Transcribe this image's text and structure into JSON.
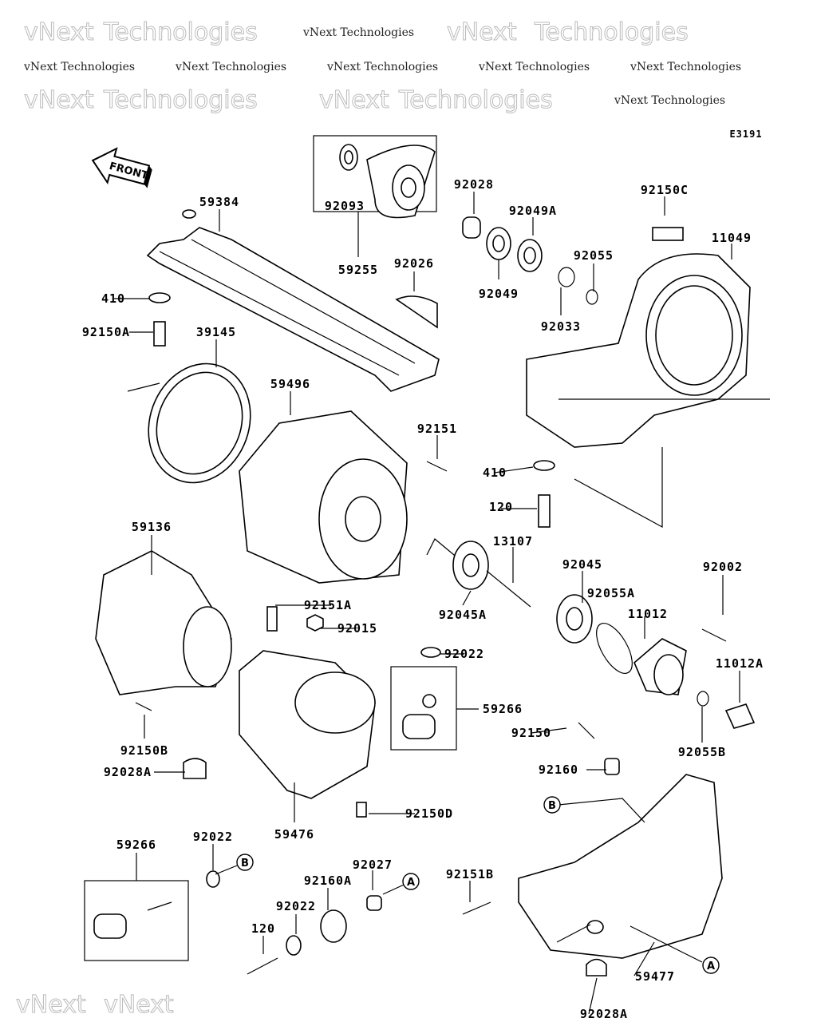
{
  "diagram": {
    "code": "E3191",
    "front_label": "FRONT",
    "watermark": {
      "line1": "vNext Technologies",
      "line2a": "vNext",
      "line2b": "Technologies"
    },
    "labels": [
      "92093",
      "92028",
      "92049A",
      "92150C",
      "11049",
      "59384",
      "92026",
      "92055",
      "59255",
      "92049",
      "410",
      "92033",
      "92150A",
      "39145",
      "59496",
      "92151",
      "410",
      "120",
      "59136",
      "13107",
      "92045",
      "92002",
      "92045A",
      "92055A",
      "92151A",
      "11012",
      "92015",
      "92022",
      "11012A",
      "59266",
      "92150B",
      "92055B",
      "92150",
      "92028A",
      "92160",
      "92150D",
      "59476",
      "59266",
      "92022",
      "92027",
      "92160A",
      "92151B",
      "92022",
      "120",
      "59477",
      "92028A"
    ],
    "refs": [
      "B",
      "A",
      "B",
      "A"
    ]
  }
}
